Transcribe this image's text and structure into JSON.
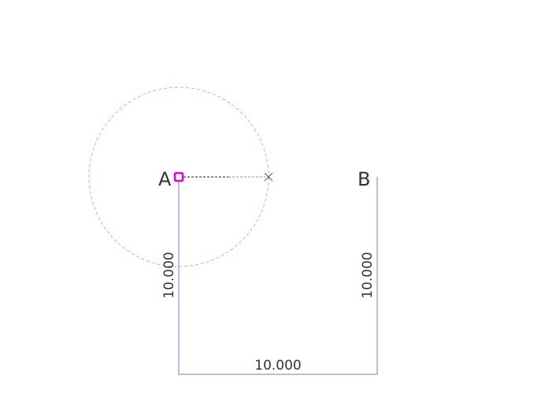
{
  "points": {
    "a": {
      "label": "A"
    },
    "b": {
      "label": "B"
    }
  },
  "dimensions": {
    "left_vertical": "10.000",
    "right_vertical": "10.000",
    "bottom_horizontal": "10.000"
  },
  "colors": {
    "line": "#b79fd6",
    "selected_handle": "#e000e0",
    "guide_circle": "#e99ae9",
    "rubber_band": "#333333",
    "label": "#333333",
    "background": "#ffffff"
  },
  "icons": {
    "cursor": "crosshair-x-icon",
    "handle": "selected-point-handle-icon"
  }
}
